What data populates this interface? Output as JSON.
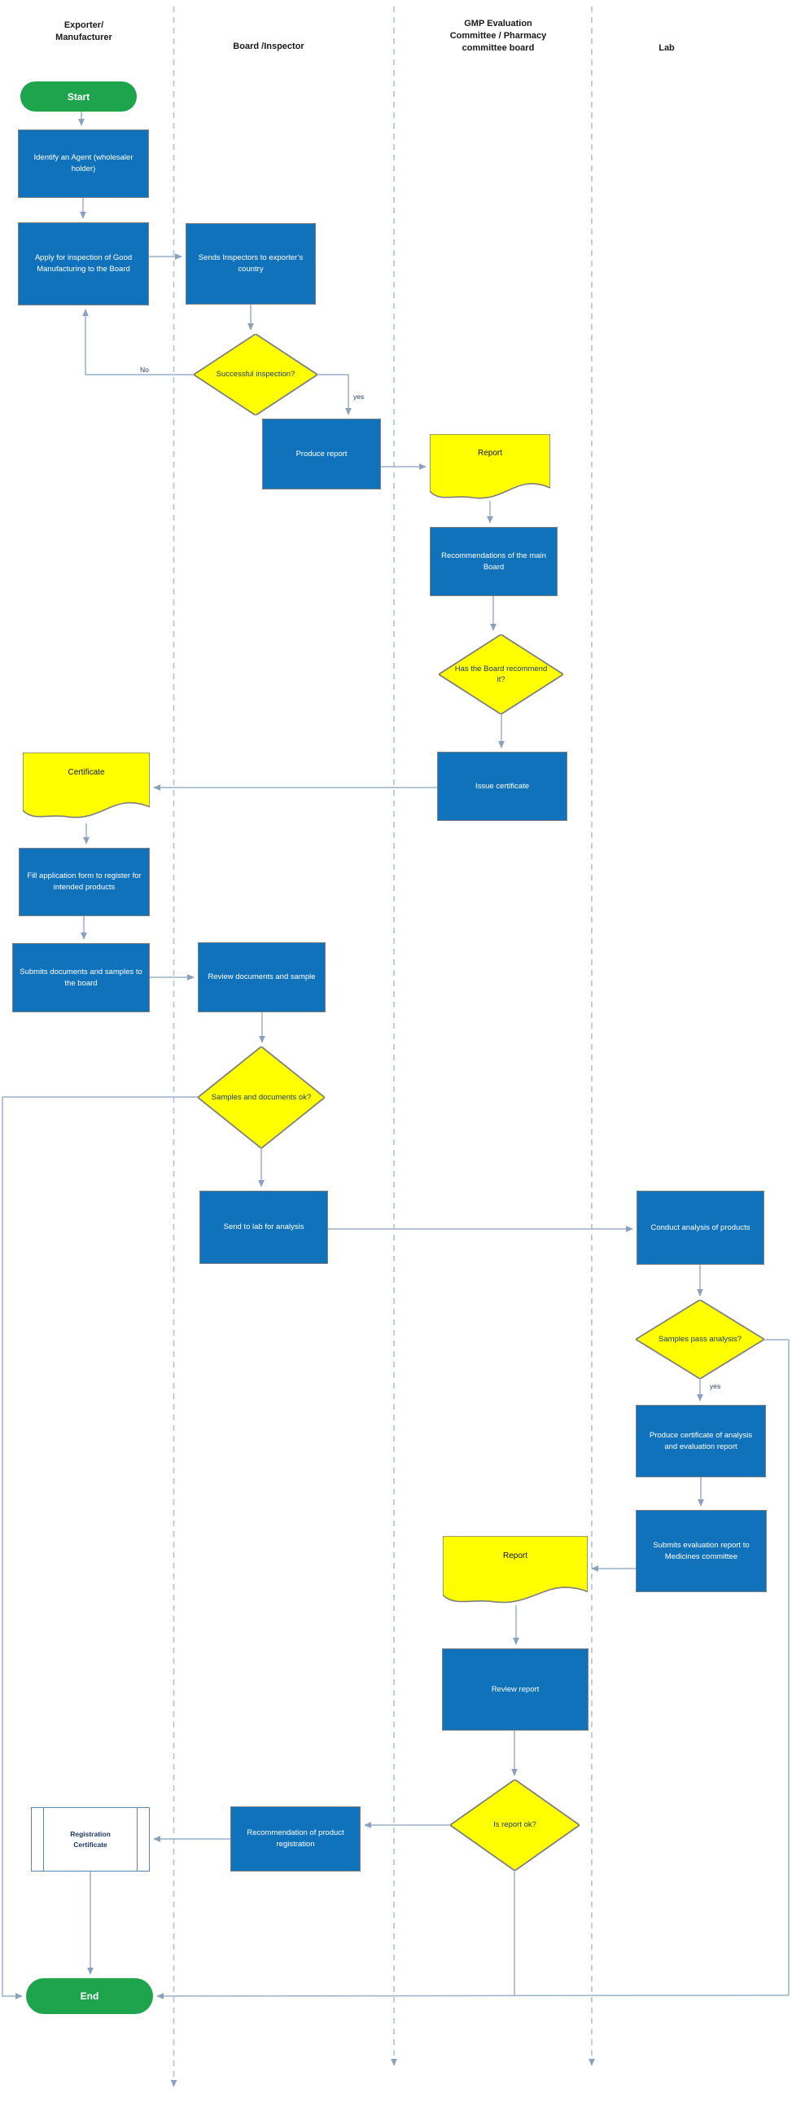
{
  "title": "Product registration and GMP inspection flowchart",
  "lanes": [
    "Exporter/ Manufacturer",
    "Board /Inspector",
    "GMP Evaluation Committee / Pharmacy committee board",
    "Lab"
  ],
  "nodes": {
    "start": "Start",
    "identify_agent": "Identify an  Agent (wholesaler holder)",
    "apply_inspection": "Apply for inspection of Good Manufacturing to the Board",
    "sends_inspectors": "Sends Inspectors to exporter’s country",
    "successful_inspection": "Successful inspection?",
    "produce_report": "Produce report",
    "report1": "Report",
    "recommendations_board": "Recommendations of the main Board",
    "board_recommend": "Has the Board recommend it?",
    "issue_certificate": "Issue certificate",
    "certificate": "Certificate",
    "fill_application": "Fill application form to register for intended products",
    "submits_documents": "Submits documents and samples to the board",
    "review_documents": "Review documents and sample",
    "samples_documents_ok": "Samples and documents ok?",
    "send_to_lab": "Send to lab for analysis",
    "conduct_analysis": "Conduct analysis of products",
    "samples_pass": "Samples pass analysis?",
    "produce_certificate_analysis": "Produce certificate of analysis and evaluation report",
    "submits_evaluation": "Submits evaluation report to Medicines committee",
    "report2": "Report",
    "review_report": "Review report",
    "is_report_ok": "Is report ok?",
    "recommendation_registration": "Recommendation of product registration",
    "registration_certificate": "Registration Certificate",
    "end": "End"
  },
  "edges": {
    "successful_no": "No",
    "successful_yes": "yes",
    "samples_pass_yes": "yes"
  },
  "colors": {
    "process_fill": "#1172bc",
    "process_border": "#7f7f7f",
    "decision_fill": "#ffff00",
    "document_fill": "#ffff00",
    "shape_border": "#808080",
    "terminator_fill": "#1ea44c",
    "connector": "#9bb0c9",
    "connector_dark": "#8aa2bd",
    "lane_divider": "#aec3d9",
    "decision_text": "#1f3b63",
    "predef_border": "#5b84ae"
  }
}
